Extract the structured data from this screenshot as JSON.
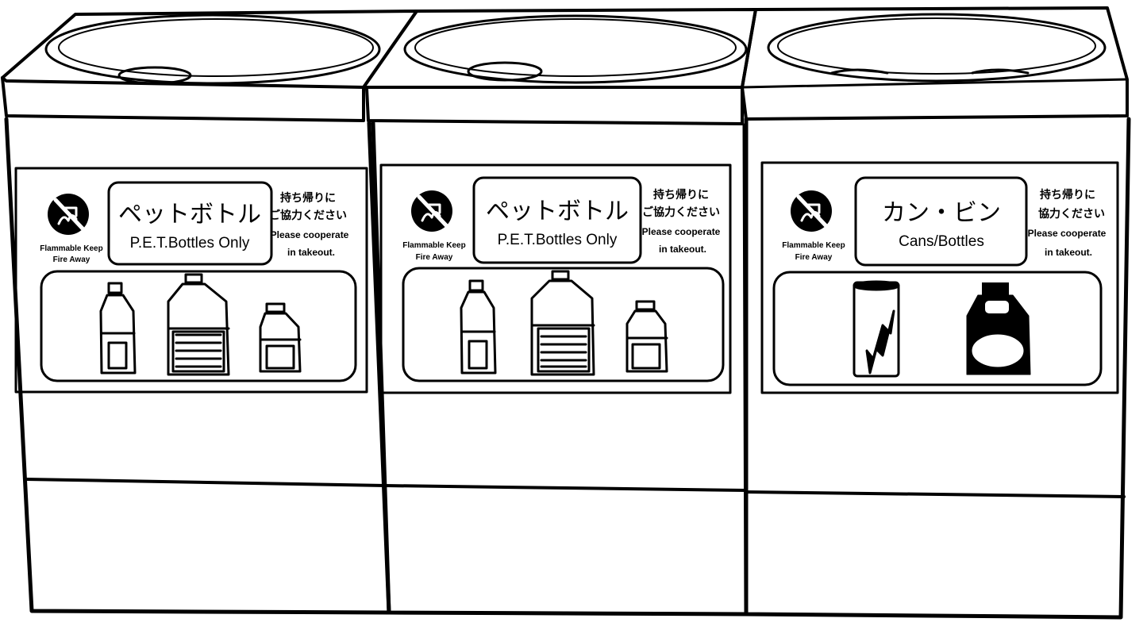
{
  "bins": [
    {
      "warning": {
        "line1": "Flammable Keep",
        "line2": "Fire Away"
      },
      "title_jp": "ペットボトル",
      "title_en": "P.E.T.Bottles Only",
      "notice_jp_1": "持ち帰りに",
      "notice_jp_2": "ご協力ください",
      "notice_en_1": "Please cooperate",
      "notice_en_2": "in takeout.",
      "items": [
        "small-bottle",
        "large-bottle",
        "medium-bottle"
      ]
    },
    {
      "warning": {
        "line1": "Flammable Keep",
        "line2": "Fire Away"
      },
      "title_jp": "ペットボトル",
      "title_en": "P.E.T.Bottles Only",
      "notice_jp_1": "持ち帰りに",
      "notice_jp_2": "ご協力ください",
      "notice_en_1": "Please cooperate",
      "notice_en_2": "in takeout.",
      "items": [
        "small-bottle",
        "large-bottle",
        "medium-bottle"
      ]
    },
    {
      "warning": {
        "line1": "Flammable Keep",
        "line2": "Fire Away"
      },
      "title_jp": "カン・ビン",
      "title_en": "Cans/Bottles",
      "notice_jp_1": "持ち帰りに",
      "notice_jp_2": "協力ください",
      "notice_en_1": "Please cooperate",
      "notice_en_2": "in takeout.",
      "items": [
        "can",
        "glass-bottle"
      ]
    }
  ],
  "icons": {
    "warning": "no-fire-icon",
    "pet": "pet-bottle-icon",
    "can": "can-icon",
    "glass": "glass-bottle-icon"
  },
  "colors": {
    "ink": "#000000",
    "paper": "#ffffff"
  }
}
